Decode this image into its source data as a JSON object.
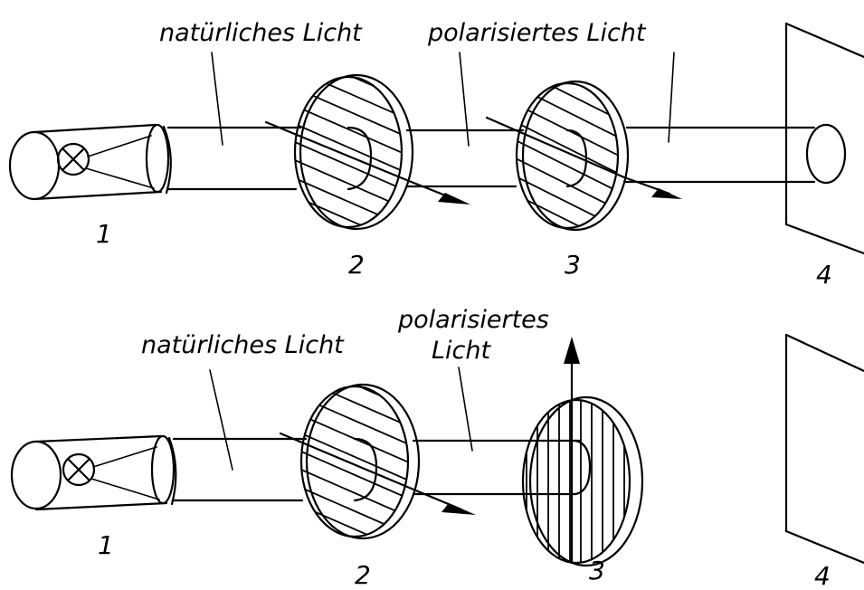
{
  "panels": [
    {
      "labels": {
        "natural_light": "natürliches Licht",
        "polarized_light": "polarisiertes Licht",
        "num_source": "1",
        "num_polarizer": "2",
        "num_analyzer": "3",
        "num_screen": "4"
      }
    },
    {
      "labels": {
        "natural_light": "natürliches Licht",
        "polarized_light_line1": "polarisiertes",
        "polarized_light_line2": "Licht",
        "num_source": "1",
        "num_polarizer": "2",
        "num_analyzer": "3",
        "num_screen": "4"
      }
    }
  ]
}
